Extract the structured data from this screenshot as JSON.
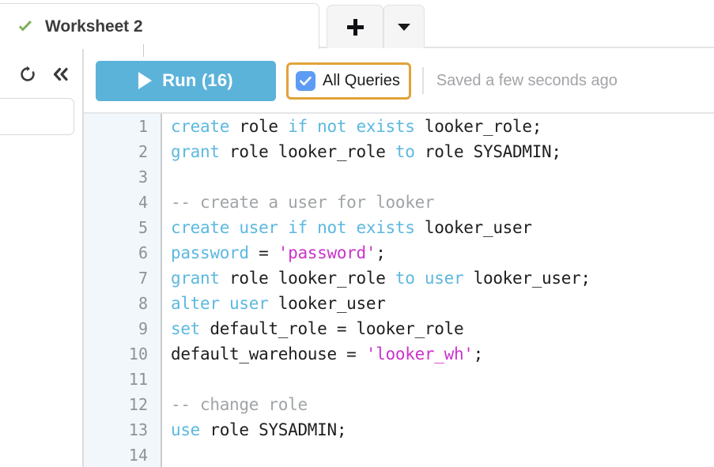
{
  "tabs": {
    "active": {
      "label": "Worksheet 2",
      "status_icon": "green-check-icon",
      "status_color": "#7cb05a"
    },
    "add_button_icon": "plus-icon",
    "menu_button_icon": "caret-down-icon"
  },
  "left_rail": {
    "refresh_icon": "refresh-icon",
    "collapse_icon": "double-chevron-left-icon",
    "input_value": "",
    "input_placeholder": ""
  },
  "toolbar": {
    "run_label": "Run (16)",
    "run_icon": "play-icon",
    "run_color": "#5cb3d9",
    "all_queries_label": "All Queries",
    "all_queries_checked": true,
    "all_queries_highlight_color": "#e0a33a",
    "checkbox_color": "#5d9cf5",
    "saved_text": "Saved a few seconds ago"
  },
  "editor": {
    "language": "sql",
    "gutter_background": "#f1f7fa",
    "keyword_color": "#5cb8e0",
    "string_color": "#cc33cc",
    "comment_color": "#a0a4a6",
    "lines": [
      {
        "number": "1",
        "tokens": [
          {
            "t": "create",
            "c": "kw"
          },
          {
            "t": " role ",
            "c": ""
          },
          {
            "t": "if not exists",
            "c": "kw"
          },
          {
            "t": " looker_role;",
            "c": ""
          }
        ]
      },
      {
        "number": "2",
        "tokens": [
          {
            "t": "grant",
            "c": "kw"
          },
          {
            "t": " role looker_role ",
            "c": ""
          },
          {
            "t": "to",
            "c": "kw"
          },
          {
            "t": " role SYSADMIN;",
            "c": ""
          }
        ]
      },
      {
        "number": "3",
        "tokens": []
      },
      {
        "number": "4",
        "tokens": [
          {
            "t": "-- create a user for looker",
            "c": "cmt"
          }
        ]
      },
      {
        "number": "5",
        "tokens": [
          {
            "t": "create user if not exists",
            "c": "kw"
          },
          {
            "t": " looker_user",
            "c": ""
          }
        ]
      },
      {
        "number": "6",
        "tokens": [
          {
            "t": "password",
            "c": "kw"
          },
          {
            "t": " = ",
            "c": ""
          },
          {
            "t": "'password'",
            "c": "str"
          },
          {
            "t": ";",
            "c": ""
          }
        ]
      },
      {
        "number": "7",
        "tokens": [
          {
            "t": "grant",
            "c": "kw"
          },
          {
            "t": " role looker_role ",
            "c": ""
          },
          {
            "t": "to user",
            "c": "kw"
          },
          {
            "t": " looker_user;",
            "c": ""
          }
        ]
      },
      {
        "number": "8",
        "tokens": [
          {
            "t": "alter user",
            "c": "kw"
          },
          {
            "t": " looker_user",
            "c": ""
          }
        ]
      },
      {
        "number": "9",
        "tokens": [
          {
            "t": "set",
            "c": "kw"
          },
          {
            "t": " default_role = looker_role",
            "c": ""
          }
        ]
      },
      {
        "number": "10",
        "tokens": [
          {
            "t": "default_warehouse = ",
            "c": ""
          },
          {
            "t": "'looker_wh'",
            "c": "str"
          },
          {
            "t": ";",
            "c": ""
          }
        ]
      },
      {
        "number": "11",
        "tokens": []
      },
      {
        "number": "12",
        "tokens": [
          {
            "t": "-- change role",
            "c": "cmt"
          }
        ]
      },
      {
        "number": "13",
        "tokens": [
          {
            "t": "use",
            "c": "kw"
          },
          {
            "t": " role SYSADMIN;",
            "c": ""
          }
        ]
      },
      {
        "number": "14",
        "tokens": []
      }
    ]
  }
}
